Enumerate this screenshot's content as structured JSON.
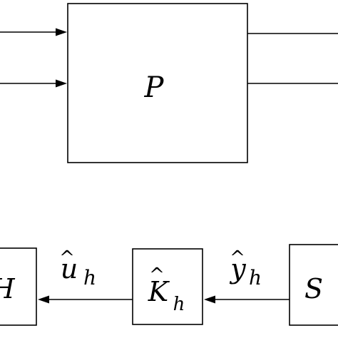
{
  "blocks": {
    "plant": {
      "label": "P"
    },
    "left_block": {
      "label": "H"
    },
    "controller": {
      "label": "K",
      "hat": "^",
      "subscript": "h"
    },
    "sensor": {
      "label": "S"
    }
  },
  "signals": {
    "u_hat": {
      "label": "u",
      "hat": "^",
      "subscript": "h"
    },
    "y_hat": {
      "label": "y",
      "hat": "^",
      "subscript": "h"
    }
  }
}
